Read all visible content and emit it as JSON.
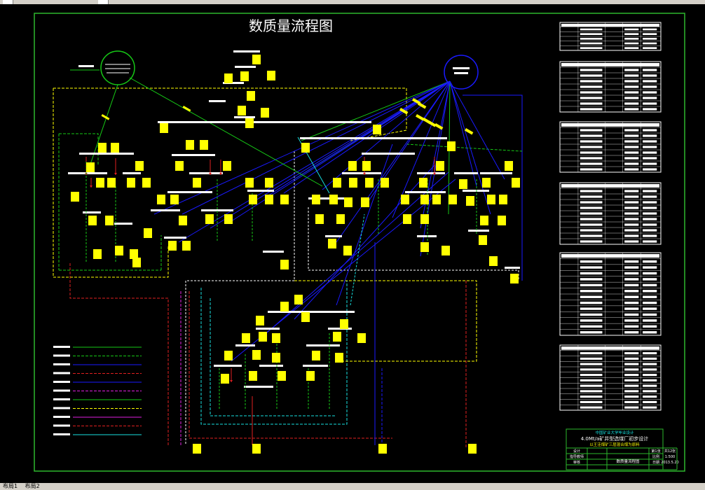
{
  "drawing": {
    "title": "数质量流程图"
  },
  "title_block": {
    "school": "中国矿业大学毕业设计",
    "project": "4.0Mt/a矿井型选煤厂初步设计",
    "subtitle": "以王洼煤矿三层混合煤为原料",
    "drawing_name": "数质量流程图",
    "sheet": "第1张",
    "sheets_total": "共12张",
    "scale_label": "比例",
    "scale": "1:500",
    "date_label": "日期",
    "date": "2013.5.20",
    "rows": [
      "设计",
      "指导教师",
      "审核"
    ]
  },
  "tabs": [
    "布局1",
    "布局2"
  ],
  "colors": {
    "frame": "#2db82d",
    "yellow": "#ffff00",
    "blue": "#1a1aff",
    "green": "#16c816",
    "red": "#e02020",
    "cyan": "#17e0e0",
    "magenta": "#e020e0",
    "white": "#ffffff"
  }
}
